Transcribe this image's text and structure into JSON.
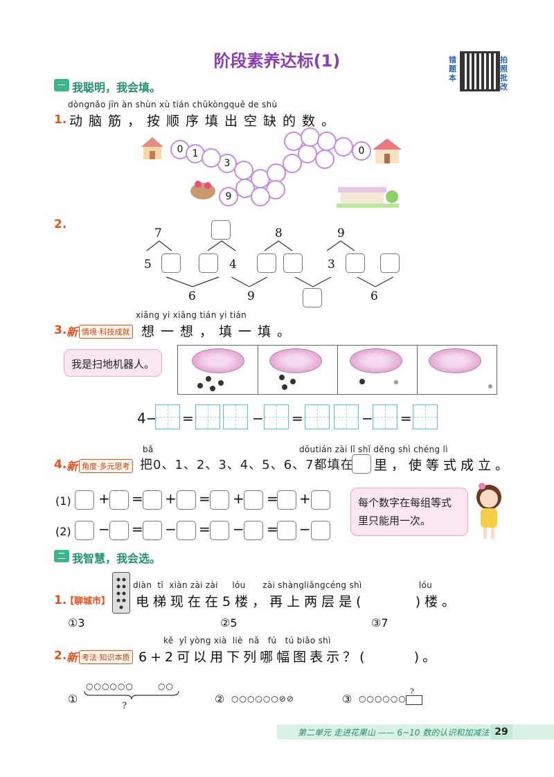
{
  "title": "阶段素养达标(1)",
  "qr": {
    "left": "错题本",
    "right": "拍照批改"
  },
  "section1": {
    "badge": "一",
    "text": "我聪明，我会填。"
  },
  "q1": {
    "num": "1.",
    "pinyin": "dòngnǎo jīn     àn shùn xù tián chūkòngquē de shù",
    "text": "动脑筋，按顺序填出空缺的数。",
    "circles": [
      "0",
      "1",
      "3",
      "",
      "",
      "",
      "",
      "",
      "",
      "",
      "",
      "",
      "",
      "",
      "",
      "",
      "0",
      "9",
      ""
    ]
  },
  "q2": {
    "num": "2.",
    "top_numbers": [
      "7",
      "",
      "8",
      "9"
    ],
    "left_numbers": [
      "5",
      "4",
      "3"
    ],
    "bottom_numbers": [
      "6",
      "9",
      "6"
    ]
  },
  "q3": {
    "num": "3.",
    "tag_xin": "新",
    "tag_label": "情境·科技成就",
    "pinyin": "xiǎng yi xiǎng     tián yi tián",
    "text": "想一想，填一填。",
    "bubble": "我是扫地机器人。",
    "equation": {
      "prefix": "4−",
      "ops": [
        "=",
        "−",
        "=",
        "−",
        "="
      ]
    }
  },
  "q4": {
    "num": "4.",
    "tag_xin": "新",
    "tag_label": "角度·多元思考",
    "pinyin_a": "bǎ",
    "pinyin_b": "dōutián zài      lǐ    shǐ děng shì chéng  lì",
    "text_a": "把0、1、2、3、4、5、6、7都填在",
    "text_b": "里，使等式成立。",
    "row1_label": "(1)",
    "row1_ops": [
      "+",
      "=",
      "+",
      "=",
      "+",
      "=",
      "+"
    ],
    "row2_label": "(2)",
    "row2_ops": [
      "−",
      "=",
      "−",
      "=",
      "−",
      "=",
      "−"
    ],
    "bubble": "每个数字在每组等式里只能用一次。"
  },
  "section2": {
    "badge": "二",
    "text": "我智慧，我会选。"
  },
  "c1": {
    "num": "1.",
    "tag": "【聊城市】",
    "pinyin": "diàn  tī  xiàn zài zài     lóu      zài shàngliǎngcéng shì                    lóu",
    "text": "电梯现在在5楼，再上两层是(      )楼。",
    "options": [
      "①3",
      "②5",
      "③7"
    ]
  },
  "c2": {
    "num": "2.",
    "tag_xin": "新",
    "tag_label": "考法·知识本质",
    "pinyin": "kě  yǐ yòng xià  liè  nǎ   fú   tú biǎo shì",
    "text": "6+2可以用下列哪幅图表示？(      )。",
    "opt1_marker": "①",
    "opt1_top": "○○○○○○",
    "opt1_right": "○○",
    "opt1_q": "?",
    "opt2_marker": "②",
    "opt2_text": "○○○○○○⊘⊘",
    "opt3_marker": "③",
    "opt3_text": "○○○○○○",
    "opt3_q": "?"
  },
  "footer": {
    "text": "第二单元  走进花果山 —— 6~10 数的认识和加减法",
    "page": "29"
  }
}
